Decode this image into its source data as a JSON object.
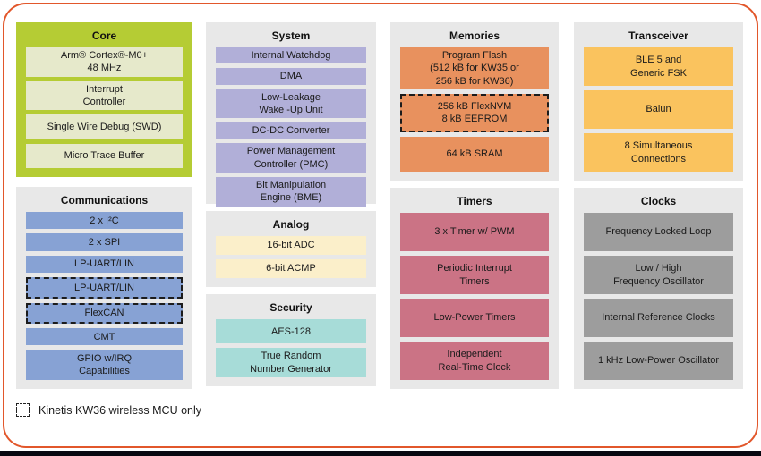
{
  "figure": {
    "outer_border_color": "#E2572B",
    "bottom_bar_color": "#070710",
    "section_background": "#E8E8E8",
    "text_color": "#1A1A1A"
  },
  "legend": {
    "swatch": "dashed-outline-box",
    "label": "Kinetis KW36 wireless MCU only"
  },
  "sections": {
    "core": {
      "title": "Core",
      "section_color": "#B5CC34",
      "block_color": "#E6E9CB",
      "blocks": [
        {
          "label": "Arm® Cortex®-M0+\n48 MHz"
        },
        {
          "label": "Interrupt\nController"
        },
        {
          "label": "Single Wire Debug (SWD)"
        },
        {
          "label": "Micro Trace Buffer"
        }
      ]
    },
    "communications": {
      "title": "Communications",
      "block_color": "#87A2D4",
      "blocks": [
        {
          "label": "2 x I²C"
        },
        {
          "label": "2 x SPI"
        },
        {
          "label": "LP-UART/LIN"
        },
        {
          "label": "LP-UART/LIN",
          "dashed": true
        },
        {
          "label": "FlexCAN",
          "dashed": true
        },
        {
          "label": "CMT"
        },
        {
          "label": "GPIO w/IRQ\nCapabilities"
        }
      ]
    },
    "system": {
      "title": "System",
      "block_color": "#B1AFD8",
      "blocks": [
        {
          "label": "Internal Watchdog"
        },
        {
          "label": "DMA"
        },
        {
          "label": "Low-Leakage\nWake -Up Unit"
        },
        {
          "label": "DC-DC Converter"
        },
        {
          "label": "Power Management\nController (PMC)"
        },
        {
          "label": "Bit Manipulation\nEngine (BME)"
        }
      ]
    },
    "analog": {
      "title": "Analog",
      "block_color": "#FBEFCA",
      "blocks": [
        {
          "label": "16-bit ADC"
        },
        {
          "label": "6-bit ACMP"
        }
      ]
    },
    "security": {
      "title": "Security",
      "block_color": "#A7DCD8",
      "blocks": [
        {
          "label": "AES-128"
        },
        {
          "label": "True Random\nNumber Generator"
        }
      ]
    },
    "memories": {
      "title": "Memories",
      "block_color": "#E8915E",
      "blocks": [
        {
          "label": "Program Flash\n(512 kB for KW35 or\n256 kB for KW36)"
        },
        {
          "label": "256 kB FlexNVM\n8 kB EEPROM",
          "dashed": true
        },
        {
          "label": "64 kB SRAM"
        }
      ]
    },
    "timers": {
      "title": "Timers",
      "block_color": "#CB7385",
      "blocks": [
        {
          "label": "3 x Timer w/ PWM"
        },
        {
          "label": "Periodic Interrupt\nTimers"
        },
        {
          "label": "Low-Power Timers"
        },
        {
          "label": "Independent\nReal-Time Clock"
        }
      ]
    },
    "transceiver": {
      "title": "Transceiver",
      "block_color": "#FAC35E",
      "blocks": [
        {
          "label": "BLE 5 and\nGeneric FSK"
        },
        {
          "label": "Balun"
        },
        {
          "label": "8 Simultaneous\nConnections"
        }
      ]
    },
    "clocks": {
      "title": "Clocks",
      "block_color": "#9D9D9D",
      "blocks": [
        {
          "label": "Frequency Locked Loop"
        },
        {
          "label": "Low / High\nFrequency Oscillator"
        },
        {
          "label": "Internal Reference Clocks"
        },
        {
          "label": "1 kHz Low-Power Oscillator"
        }
      ]
    }
  }
}
